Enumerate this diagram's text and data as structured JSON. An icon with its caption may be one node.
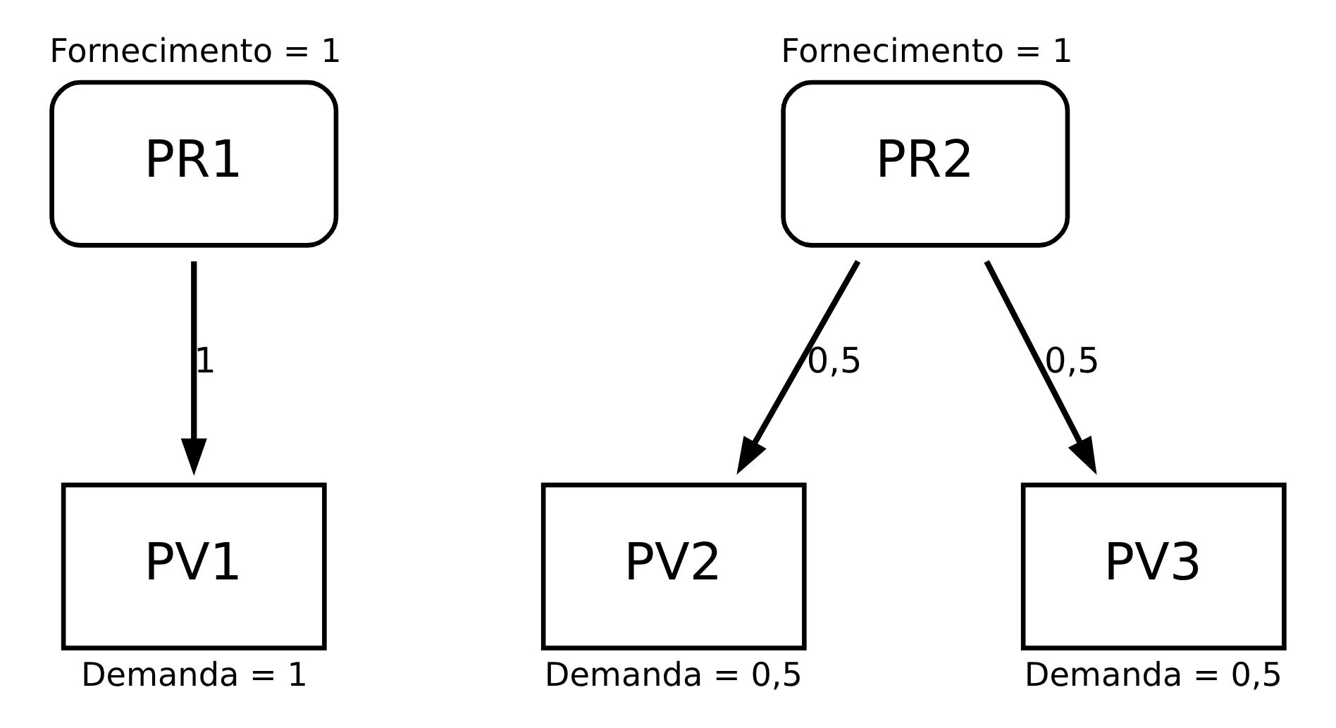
{
  "diagram": {
    "nodes": [
      {
        "text": [
          "PR1"
        ],
        "beside": [
          "Fornecimento = 1"
        ]
      },
      {
        "text": [
          "PR2"
        ],
        "beside": [
          "Fornecimento = 1"
        ]
      },
      {
        "text": [
          "PV1"
        ],
        "beside": [
          "Demanda = 1"
        ]
      },
      {
        "text": [
          "PV2"
        ],
        "beside": [
          "Demanda = 0,5"
        ]
      },
      {
        "text": [
          "PV3"
        ],
        "beside": [
          "Demanda = 0,5"
        ]
      }
    ],
    "edges": [
      {
        "from": 0,
        "to": 2,
        "arrow": "to",
        "label": "1"
      },
      {
        "from": 1,
        "to": 3,
        "arrow": "to",
        "label": "0,5"
      },
      {
        "from": 1,
        "to": 4,
        "arrow": "to",
        "label": "0,5"
      }
    ]
  }
}
